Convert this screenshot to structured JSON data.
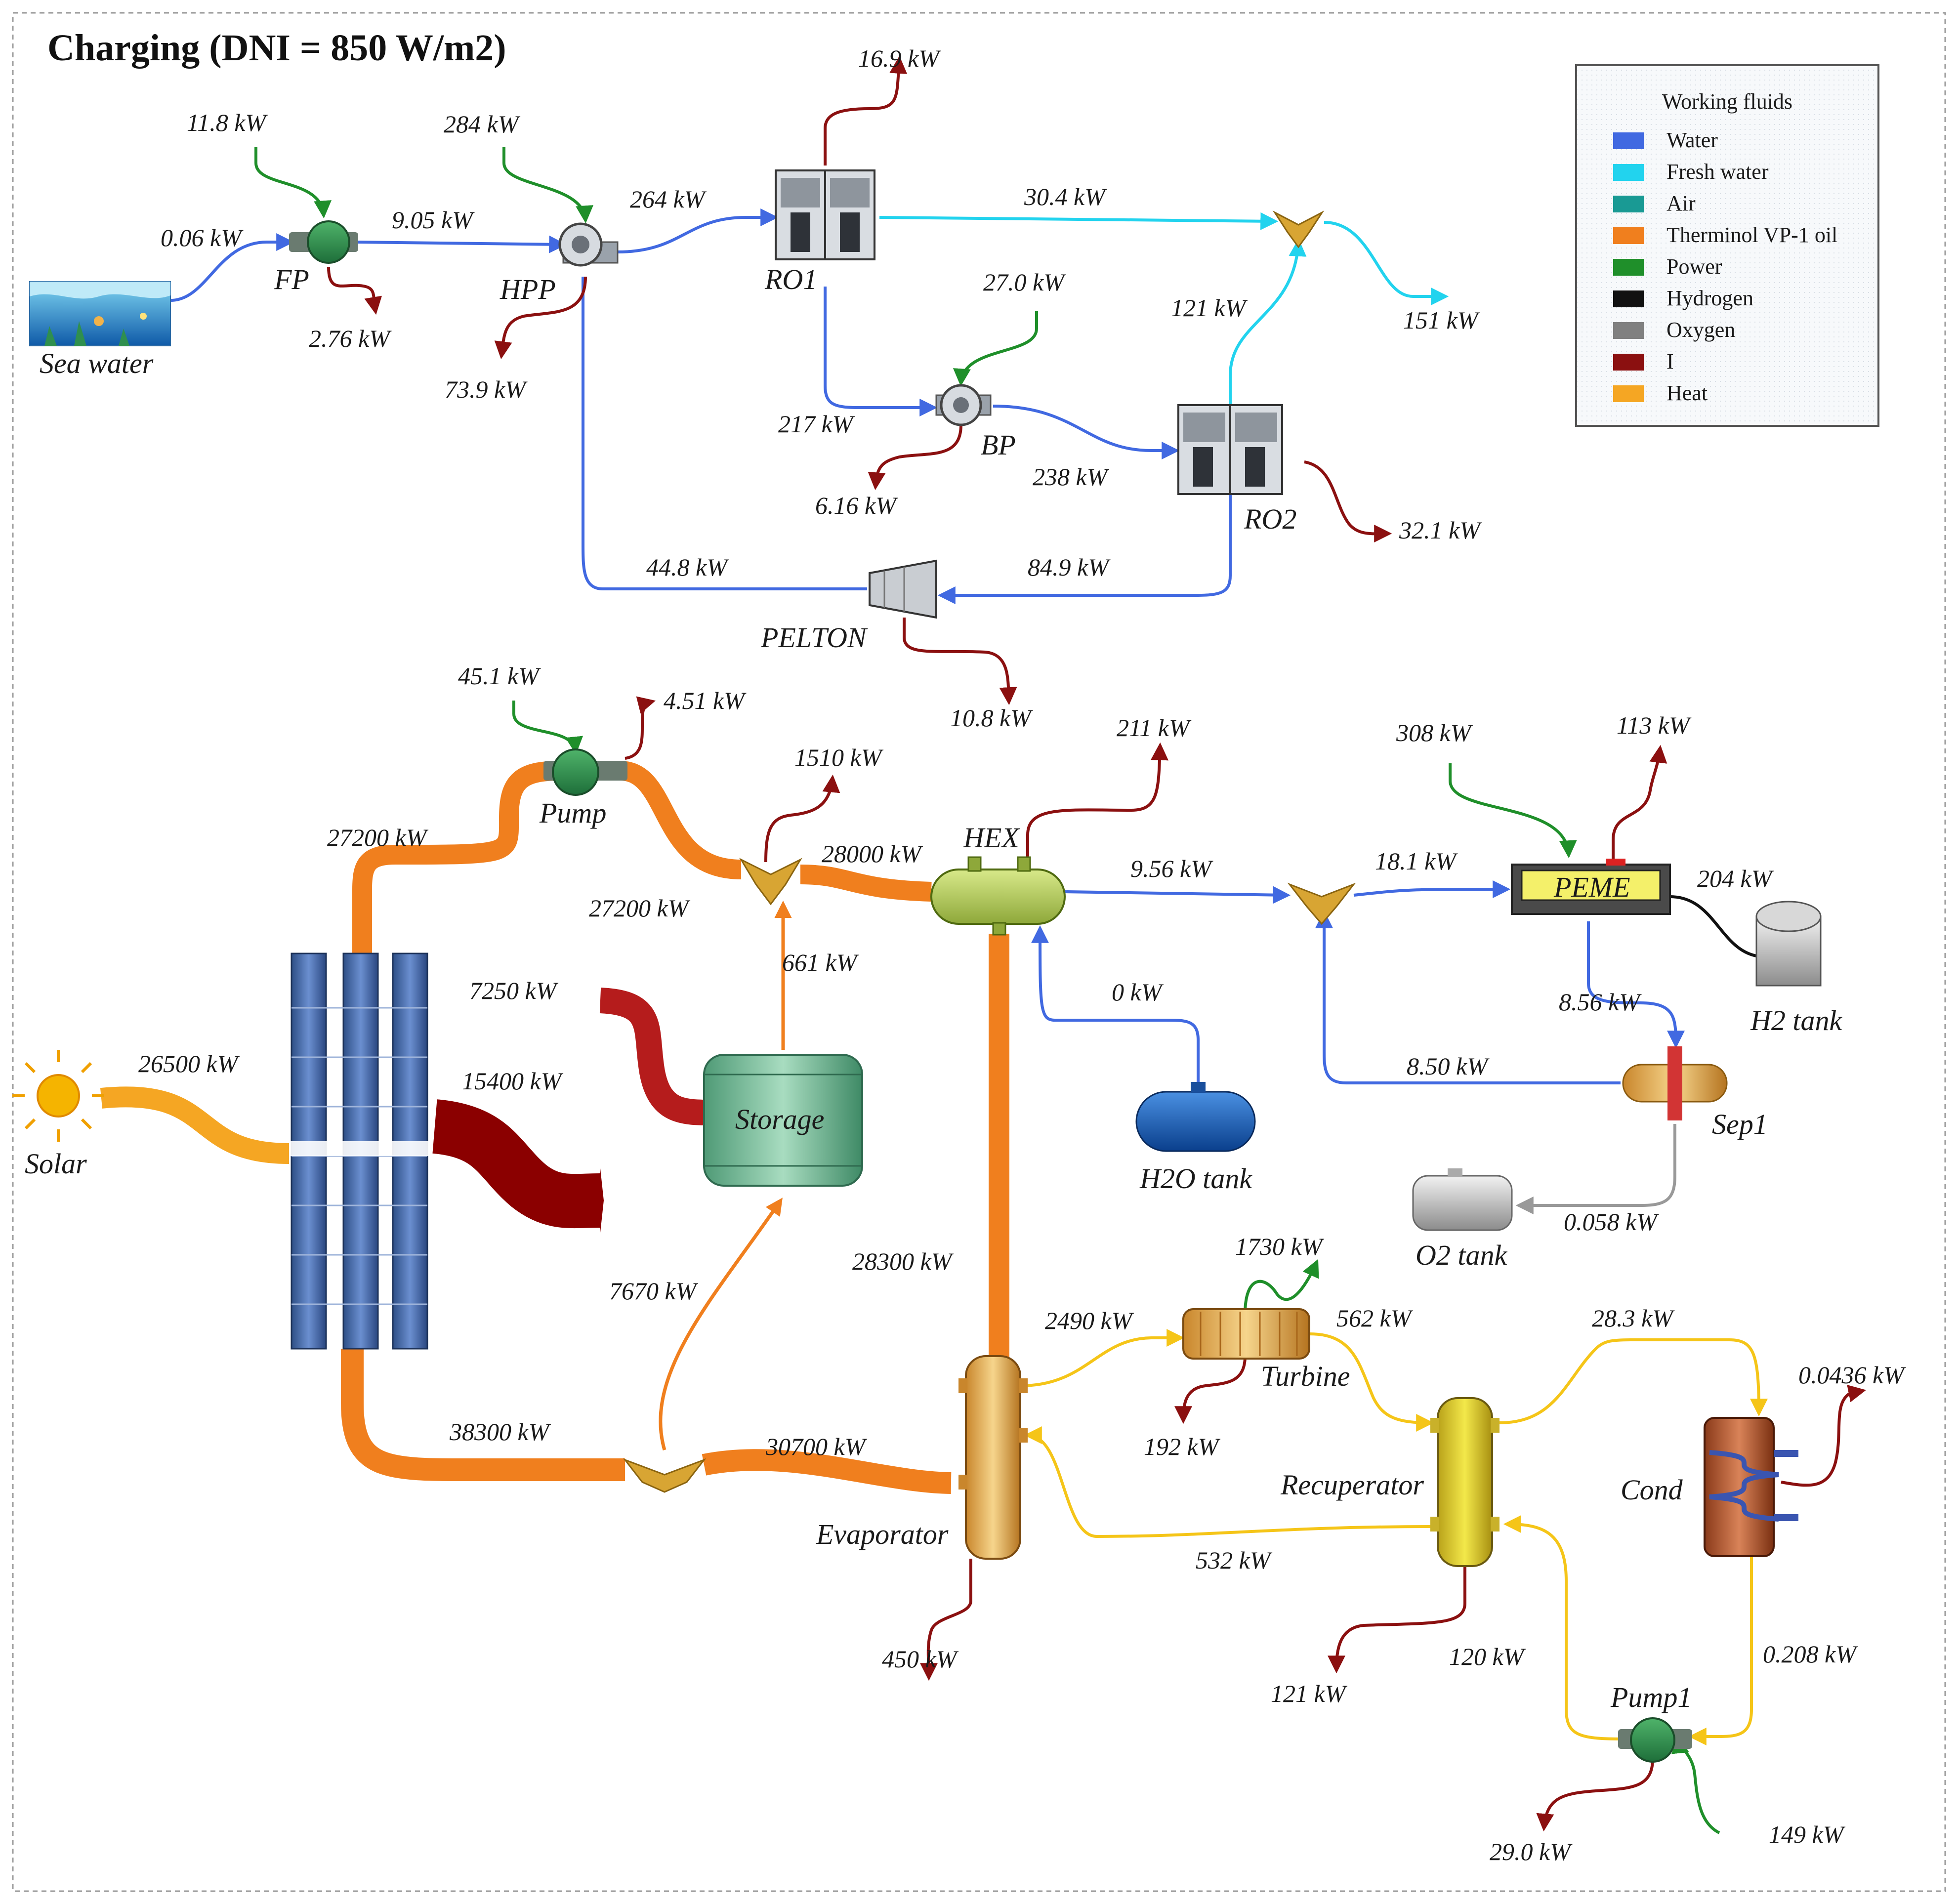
{
  "title": "Charging   (DNI = 850 W/m2)",
  "legend": {
    "heading": "Working fluids",
    "items": [
      {
        "label": "Water",
        "color": "#4169e1"
      },
      {
        "label": "Fresh water",
        "color": "#22d3ee"
      },
      {
        "label": "Air",
        "color": "#199a94"
      },
      {
        "label": "Therminol VP-1 oil",
        "color": "#f07f1e"
      },
      {
        "label": "Power",
        "color": "#1f8f2a"
      },
      {
        "label": "Hydrogen",
        "color": "#111111"
      },
      {
        "label": "Oxygen",
        "color": "#808080"
      },
      {
        "label": "I",
        "color": "#8b1010"
      },
      {
        "label": "Heat",
        "color": "#f5a623"
      }
    ]
  },
  "components": {
    "sea_water": "Sea water",
    "fp": "FP",
    "hpp": "HPP",
    "ro1": "RO1",
    "bp": "BP",
    "ro2": "RO2",
    "pelton": "PELTON",
    "pump": "Pump",
    "hex": "HEX",
    "peme": "PEME",
    "h2_tank": "H2 tank",
    "sep1": "Sep1",
    "o2_tank": "O2 tank",
    "h2o_tank": "H2O tank",
    "solar": "Solar",
    "storage": "Storage",
    "turbine": "Turbine",
    "recuperator": "Recuperator",
    "cond": "Cond",
    "evaporator": "Evaporator",
    "pump1": "Pump1"
  },
  "flows": {
    "fp_power": "11.8 kW",
    "sea_in": "0.06 kW",
    "fp_out": "9.05 kW",
    "fp_loss": "2.76 kW",
    "hpp_power": "284 kW",
    "hpp_loss": "73.9 kW",
    "hpp_out": "264 kW",
    "ro1_loss": "16.9 kW",
    "ro1_fresh": "30.4 kW",
    "bp_power": "27.0 kW",
    "ro1_brine": "217 kW",
    "bp_loss": "6.16 kW",
    "bp_out": "238 kW",
    "ro2_fresh": "121 kW",
    "fresh_total": "151 kW",
    "ro2_loss": "32.1 kW",
    "pelton_out": "44.8 kW",
    "pelton_in": "84.9 kW",
    "pelton_loss": "10.8 kW",
    "pump_power": "45.1 kW",
    "pump_loss": "4.51 kW",
    "pump_in": "27200 kW",
    "pump_out": "27200 kW",
    "storage_to_mix": "661 kW",
    "mixer_loss": "1510  kW",
    "hex_in": "28000 kW",
    "hex_loss": "211 kW",
    "hex_water_out": "9.56 kW",
    "h2o_tank_flow": "0 kW",
    "peme_in": "18.1 kW",
    "peme_power": "308 kW",
    "peme_loss": "113 kW",
    "peme_h2": "204 kW",
    "peme_to_sep": "8.56 kW",
    "sep_recycle": "8.50 kW",
    "sep_o2": "0.058 kW",
    "solar_in": "26500 kW",
    "field_loss_a": "7250 kW",
    "field_loss_b": "15400 kW",
    "storage_in": "7670 kW",
    "evap_down": "28300 kW",
    "field_out": "38300 kW",
    "evap_in": "30700 kW",
    "evap_loss": "450 kW",
    "turbine_in": "2490 kW",
    "turbine_power": "1730 kW",
    "turbine_out": "562 kW",
    "turbine_loss": "192 kW",
    "rec_to_cond": "28.3 kW",
    "cond_loss": "0.0436 kW",
    "rec_return": "532 kW",
    "rec_loss": "121 kW",
    "pump1_to_rec": "120 kW",
    "cond_out": "0.208 kW",
    "pump1_power": "149 kW",
    "pump1_loss": "29.0 kW"
  }
}
